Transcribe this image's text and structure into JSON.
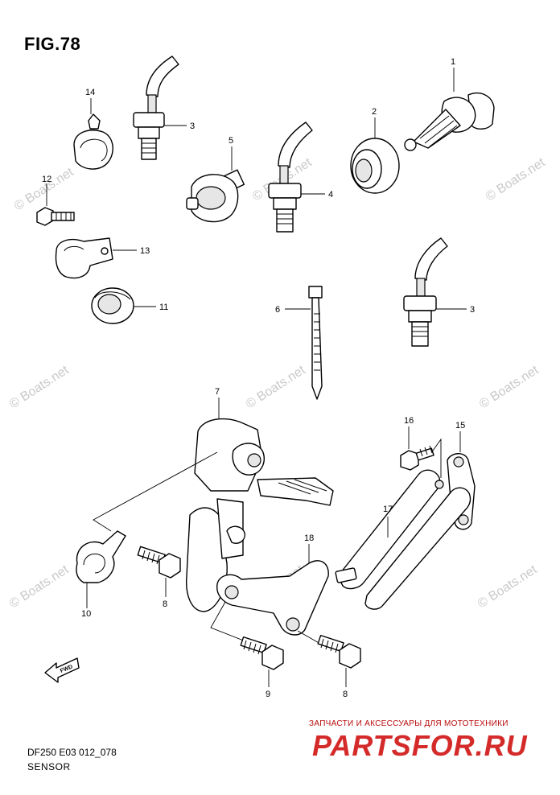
{
  "figure": {
    "title": "FIG.78",
    "code": "DF250 E03 012_078",
    "name": "SENSOR"
  },
  "watermark": {
    "text": "© Boats.net",
    "color": "#c9c9c9"
  },
  "branding": {
    "tagline": "ЗАПЧАСТИ И АКСЕССУАРЫ ДЛЯ МОТОТЕХНИКИ",
    "logo": "PARTSFOR.RU",
    "color": "#d42a2a"
  },
  "fwd_label": "FWD",
  "callouts": {
    "c1": "1",
    "c2": "2",
    "c3a": "3",
    "c3b": "3",
    "c4": "4",
    "c5": "5",
    "c6": "6",
    "c7": "7",
    "c8a": "8",
    "c8b": "8",
    "c9": "9",
    "c10": "10",
    "c11": "11",
    "c12": "12",
    "c13": "13",
    "c14": "14",
    "c15": "15",
    "c16": "16",
    "c17": "17",
    "c18": "18"
  }
}
